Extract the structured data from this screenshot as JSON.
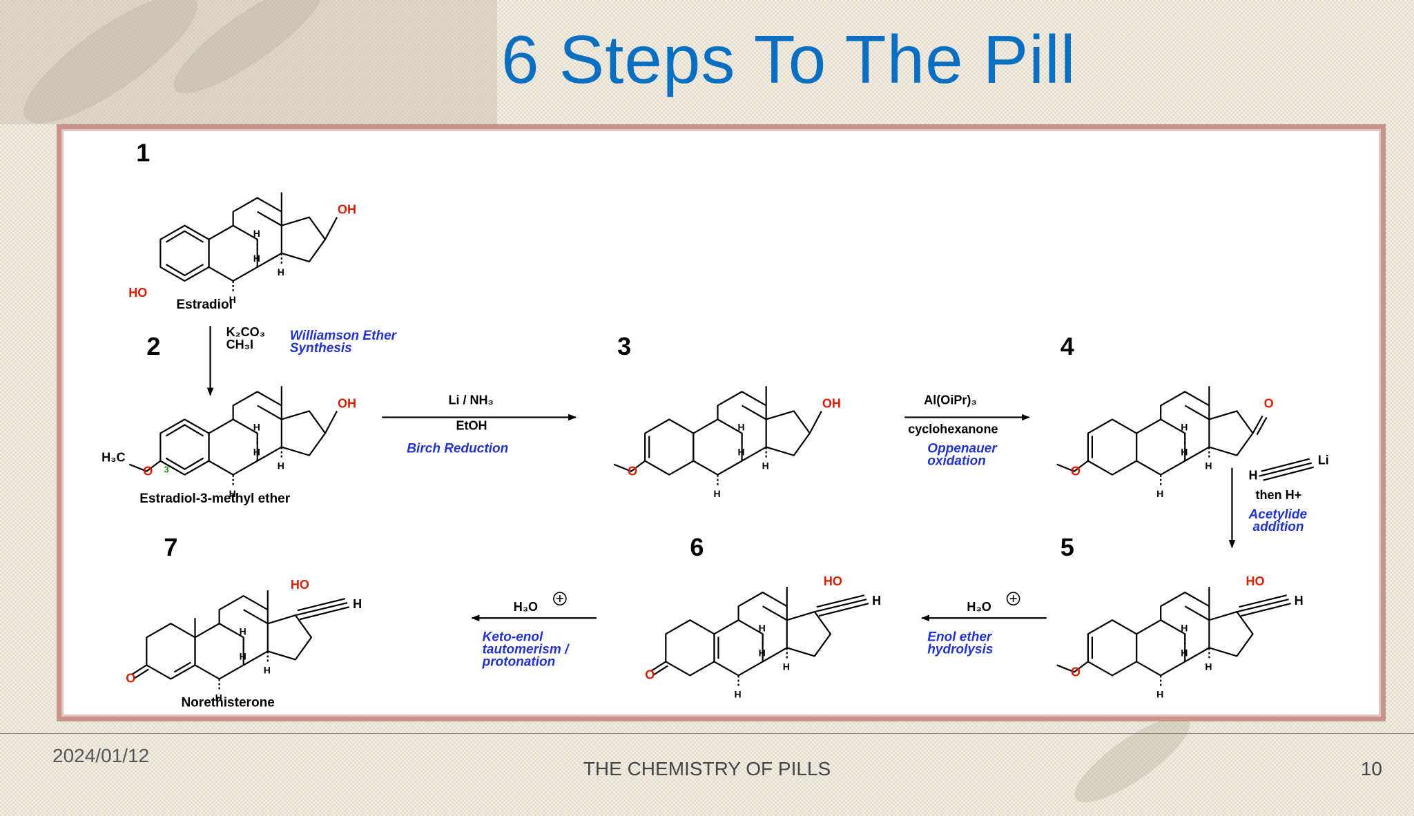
{
  "slide": {
    "title": "6 Steps To The Pill",
    "footer": {
      "date": "2024/01/12",
      "center": "THE CHEMISTRY OF PILLS",
      "page": "10"
    }
  },
  "diagram": {
    "compounds": [
      {
        "number": "1",
        "name": "Estradiol"
      },
      {
        "number": "2",
        "name": "Estradiol-3-methyl ether",
        "position_label": "3"
      },
      {
        "number": "3",
        "name": ""
      },
      {
        "number": "4",
        "name": ""
      },
      {
        "number": "5",
        "name": ""
      },
      {
        "number": "6",
        "name": ""
      },
      {
        "number": "7",
        "name": "Norethisterone"
      }
    ],
    "steps": [
      {
        "reagents": [
          "K₂CO₃",
          "CH₃I"
        ],
        "reaction": [
          "Williamson Ether",
          "Synthesis"
        ]
      },
      {
        "reagents": [
          "Li / NH₃",
          "EtOH"
        ],
        "reaction": [
          "Birch Reduction"
        ]
      },
      {
        "reagents": [
          "Al(OiPr)₃",
          "cyclohexanone"
        ],
        "reaction": [
          "Oppenauer",
          "oxidation"
        ]
      },
      {
        "reagents": [
          "H",
          "Li",
          "then H+"
        ],
        "reaction": [
          "Acetylide",
          "addition"
        ]
      },
      {
        "reagents": [
          "H₃O"
        ],
        "reaction": [
          "Enol ether",
          "hydrolysis"
        ]
      },
      {
        "reagents": [
          "H₃O"
        ],
        "reaction": [
          "Keto-enol",
          "tautomerism /",
          "protonation"
        ]
      }
    ],
    "atom_labels": {
      "hydroxyl": "OH",
      "hydroxyl_left": "HO",
      "oxygen": "O",
      "methyl": "H₃C",
      "hydrogen": "H"
    }
  }
}
